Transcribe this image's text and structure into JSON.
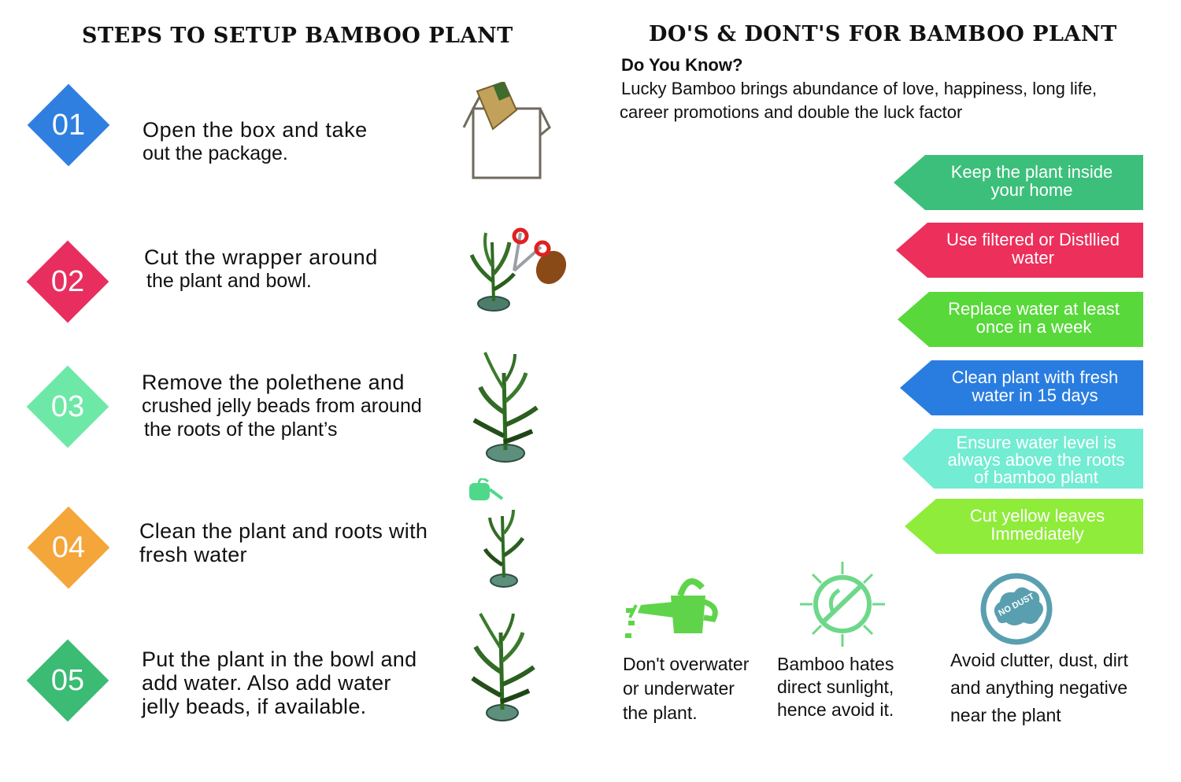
{
  "left": {
    "heading": "STEPS TO SETUP BAMBOO PLANT",
    "steps": [
      {
        "number": "01",
        "lines": [
          "Open the box and take",
          "out the package."
        ],
        "color": "#2f7fe0",
        "icon": "box-icon"
      },
      {
        "number": "02",
        "lines": [
          "Cut the wrapper  around",
          "the plant and bowl."
        ],
        "color": "#e82e5e",
        "icon": "scissors-plant-icon"
      },
      {
        "number": "03",
        "lines": [
          "Remove the polethene and",
          "crushed jelly beads from around",
          "the roots of the plant’s"
        ],
        "color": "#6ee8a6",
        "icon": "bamboo-plant-icon"
      },
      {
        "number": "04",
        "lines": [
          "Clean the plant and roots with",
          "fresh water"
        ],
        "color": "#f4a63a",
        "icon": "watering-plant-icon"
      },
      {
        "number": "05",
        "lines": [
          "Put the plant in the bowl and",
          "add water. Also add water",
          "jelly beads, if available."
        ],
        "color": "#3bbb74",
        "icon": "bamboo-bowl-icon"
      }
    ]
  },
  "right": {
    "heading": "DO'S  & DONT'S FOR BAMBOO PLANT",
    "know_title": "Do You Know?",
    "know_lines": [
      "Lucky Bamboo brings abundance of love, happiness, long life,",
      "career promotions and double the luck factor"
    ],
    "tips": [
      {
        "lines": [
          "Keep the plant inside",
          "your home"
        ],
        "color": "#3cbf7a"
      },
      {
        "lines": [
          "Use filtered or Distllied",
          "water"
        ],
        "color": "#ec2f5b"
      },
      {
        "lines": [
          "Replace water at least",
          "once in a week"
        ],
        "color": "#58d83a"
      },
      {
        "lines": [
          "Clean plant with fresh",
          "water in 15 days"
        ],
        "color": "#2a7de0"
      },
      {
        "lines": [
          "Ensure water level is",
          "always above the roots",
          "of bamboo plant"
        ],
        "color": "#72ecd2"
      },
      {
        "lines": [
          "Cut yellow leaves",
          "Immediately"
        ],
        "color": "#8fec3a"
      }
    ],
    "bottom": [
      {
        "lines": [
          "Don't overwater",
          "or underwater",
          "the plant."
        ],
        "icon": "watering-can-icon"
      },
      {
        "lines": [
          "Bamboo hates",
          "direct sunlight,",
          "hence avoid it."
        ],
        "icon": "no-sun-icon"
      },
      {
        "lines": [
          "Avoid clutter, dust, dirt",
          "and anything negative",
          "near the plant"
        ],
        "icon": "no-dust-icon",
        "badge": "NO DUST"
      }
    ]
  }
}
